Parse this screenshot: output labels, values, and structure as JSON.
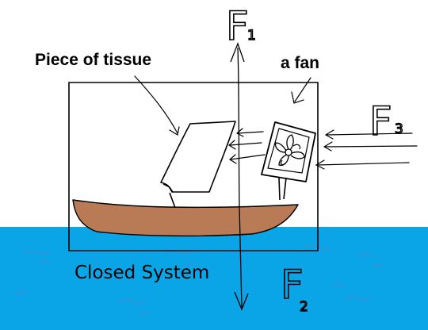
{
  "labels": {
    "tissue": "Piece of tissue",
    "fan": "a fan",
    "system": "Closed System"
  },
  "forces": {
    "f1": {
      "letter": "F",
      "sub": "1"
    },
    "f2": {
      "letter": "F",
      "sub": "2"
    },
    "f3": {
      "letter": "F",
      "sub": "3"
    }
  },
  "colors": {
    "water": "#0aa5e6",
    "water_wave": "#3d8fd6",
    "boat": "#b97a56",
    "ink": "#000000",
    "paper": "#ffffff"
  }
}
